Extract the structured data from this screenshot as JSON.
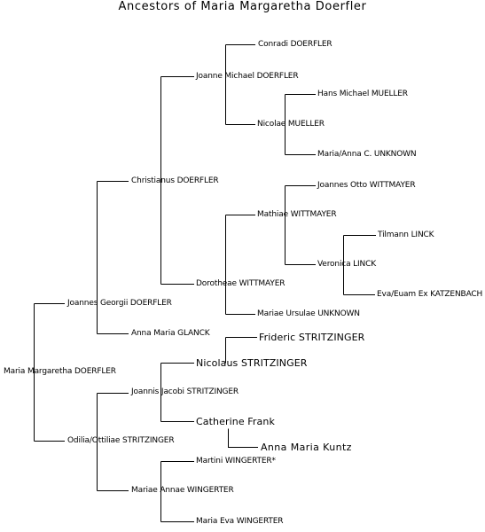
{
  "title": "Ancestors of Maria Margaretha Doerfler",
  "line_color": "#000000",
  "people": {
    "root": "Maria Margaretha DOERFLER",
    "joannes_georgii": "Joannes Georgii DOERFLER",
    "odilia": "Odilia/Ottiliae STRITZINGER",
    "christianus": "Christianus DOERFLER",
    "anna_maria_glanck": "Anna Maria GLANCK",
    "joannis_jacobi": "Joannis Jacobi STRITZINGER",
    "mariae_annae": "Mariae Annae WINGERTER",
    "joanne_michael": "Joanne Michael DOERFLER",
    "dorotheae": "Dorotheae WITTMAYER",
    "nicolaus": "Nicolaus STRITZINGER",
    "catherine_frank": "Catherine Frank",
    "martini": "Martini WINGERTER*",
    "maria_eva": "Maria Eva WINGERTER",
    "conradi": "Conradi DOERFLER",
    "nicolae_mueller": "Nicolae MUELLER",
    "mathiae": "Mathiae WITTMAYER",
    "mariae_ursulae": "Mariae Ursulae UNKNOWN",
    "frideric": "Frideric STRITZINGER",
    "anna_maria_kuntz": "Anna Maria Kuntz",
    "hans_michael": "Hans Michael MUELLER",
    "maria_anna_c": "Maria/Anna C. UNKNOWN",
    "joannes_otto": "Joannes Otto WITTMAYER",
    "veronica": "Veronica LINCK",
    "tilmann": "Tilmann LINCK",
    "eva_katzenbach": "Eva/Euam Ex KATZENBACH"
  }
}
